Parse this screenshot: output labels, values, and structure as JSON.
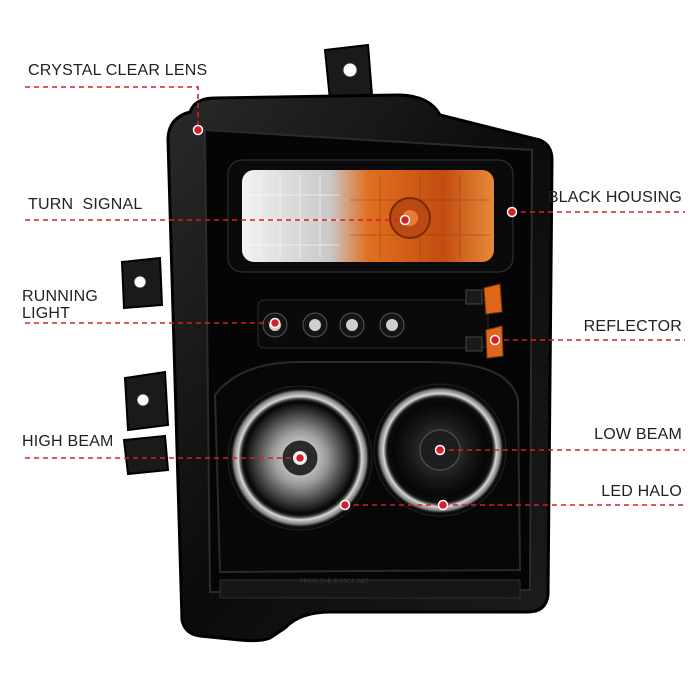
{
  "callouts": {
    "crystal_clear_lens": "CRYSTAL CLEAR LENS",
    "turn_signal": "TURN  SIGNAL",
    "running_light_line1": "RUNNING",
    "running_light_line2": "LIGHT",
    "high_beam": "HIGH BEAM",
    "black_housing": "BLACK HOUSING",
    "reflector": "REFLECTOR",
    "low_beam": "LOW BEAM",
    "led_halo": "LED HALO"
  },
  "colors": {
    "accent": "#d4202a",
    "housing": "#0d0d0d",
    "amber": "#e0661a",
    "text": "#222222"
  }
}
